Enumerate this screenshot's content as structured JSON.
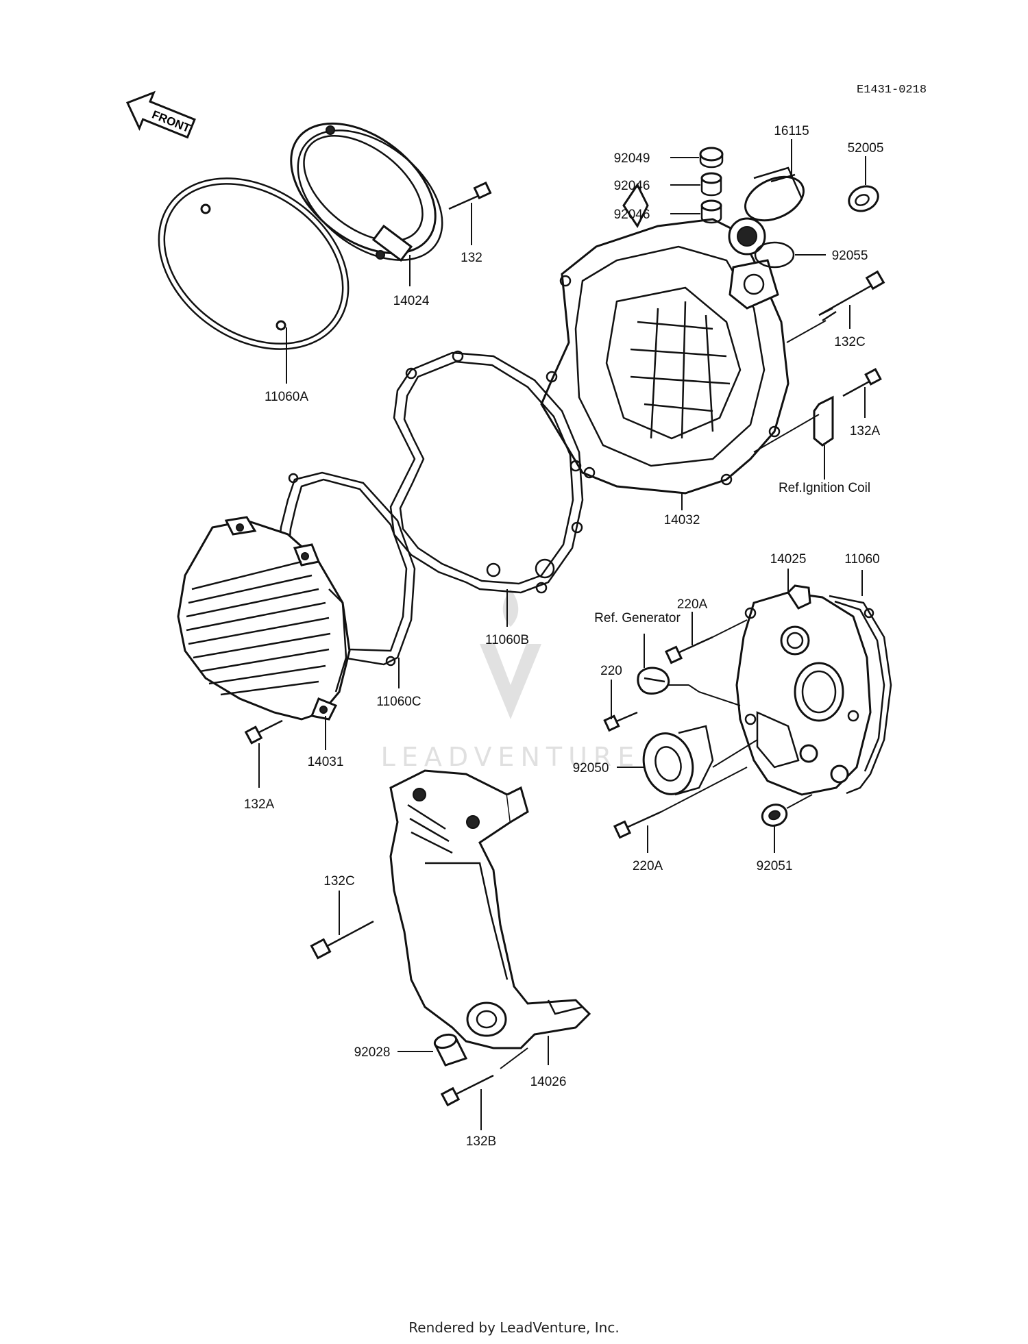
{
  "diagram_code": "E1431-0218",
  "front_arrow_label": "FRONT",
  "watermark": "LEADVENTURE",
  "footer": "Rendered by LeadVenture, Inc.",
  "labels": {
    "p92049": "92049",
    "p92046a": "92046",
    "p92046b": "92046",
    "p16115": "16115",
    "p52005": "52005",
    "p92055": "92055",
    "p132": "132",
    "p14024": "14024",
    "p11060A": "11060A",
    "p132C_top": "132C",
    "p132A_right": "132A",
    "ref_ignition_coil": "Ref.Ignition Coil",
    "p14032": "14032",
    "p14025": "14025",
    "p11060": "11060",
    "p220A_top": "220A",
    "ref_generator": "Ref. Generator",
    "p220": "220",
    "p11060B": "11060B",
    "p11060C": "11060C",
    "p14031": "14031",
    "p132A_left": "132A",
    "p92050": "92050",
    "p220A_bottom": "220A",
    "p92051": "92051",
    "p132C_bottom": "132C",
    "p92028": "92028",
    "p14026": "14026",
    "p132B": "132B"
  }
}
